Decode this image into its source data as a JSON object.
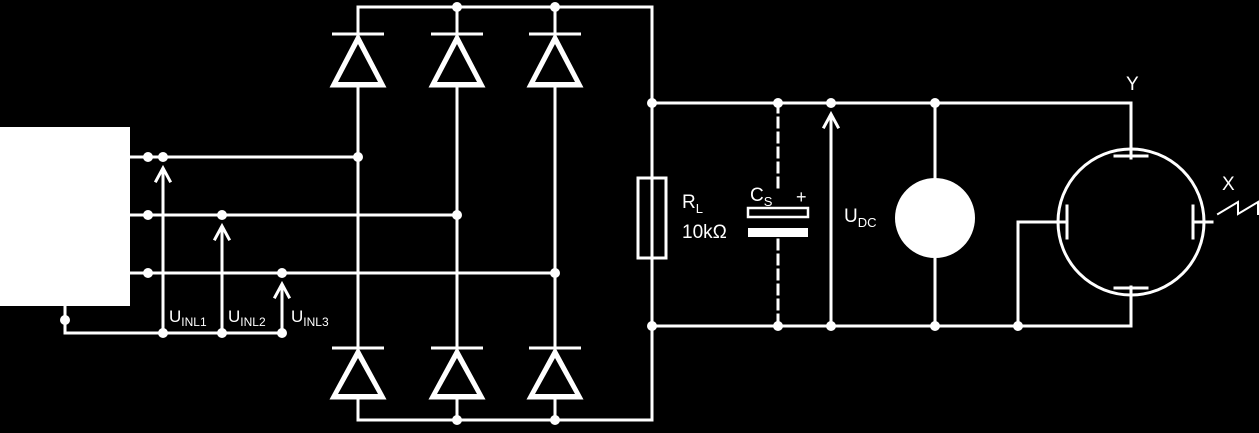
{
  "colors": {
    "background": "#000000",
    "foreground": "#ffffff"
  },
  "labels": {
    "uinl1": {
      "main": "U",
      "sub": "INL1"
    },
    "uinl2": {
      "main": "U",
      "sub": "INL2"
    },
    "uinl3": {
      "main": "U",
      "sub": "INL3"
    },
    "rl": {
      "main": "R",
      "sub": "L"
    },
    "rl_value": "10kΩ",
    "cs": {
      "main": "C",
      "sub": "S"
    },
    "cs_polarity": "+",
    "udc": {
      "main": "U",
      "sub": "DC"
    },
    "y_axis": "Y",
    "x_axis": "X"
  }
}
